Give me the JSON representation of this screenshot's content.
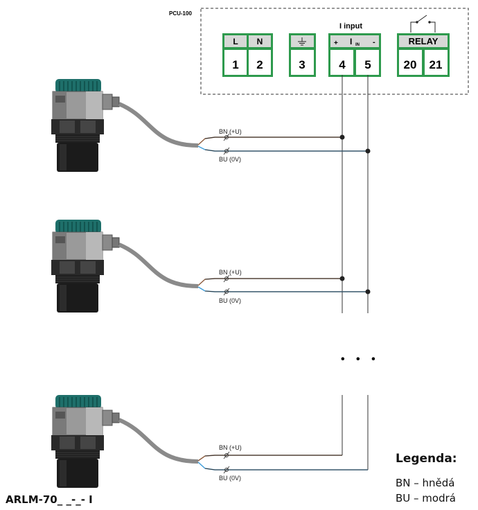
{
  "controller": {
    "name": "PCU-100",
    "input_group_label": "I input",
    "terminals": [
      {
        "group": "L",
        "number": "1"
      },
      {
        "group": "N",
        "number": "2"
      },
      {
        "group": "ground",
        "number": "3"
      },
      {
        "group": "I_IN +",
        "number": "4"
      },
      {
        "group": "I_IN -",
        "number": "5"
      },
      {
        "group": "RELAY",
        "number": "20"
      },
      {
        "group": "RELAY",
        "number": "21"
      }
    ],
    "header_labels": {
      "l": "L",
      "n": "N",
      "plus": "+",
      "i_main": "I",
      "i_sub": "IN",
      "minus": "-",
      "relay": "RELAY"
    }
  },
  "wires": {
    "brown_label": "BN (+U)",
    "blue_label": "BU (0V)"
  },
  "ellipsis": "• • •",
  "model_label": "ARLM-70_ _-_- I",
  "legend": {
    "title": "Legenda:",
    "items": [
      {
        "code": "BN",
        "meaning": "BN – hnědá"
      },
      {
        "code": "BU",
        "meaning": "BU – modrá"
      }
    ]
  },
  "colors": {
    "terminal_green": "#2e9a4d",
    "terminal_header": "#d6d8d6",
    "brown_wire": "#8b5a3c",
    "blue_wire": "#3a9bd9",
    "cable_gray": "#8a8a8a",
    "sensor_teal": "#1e6f6a"
  }
}
